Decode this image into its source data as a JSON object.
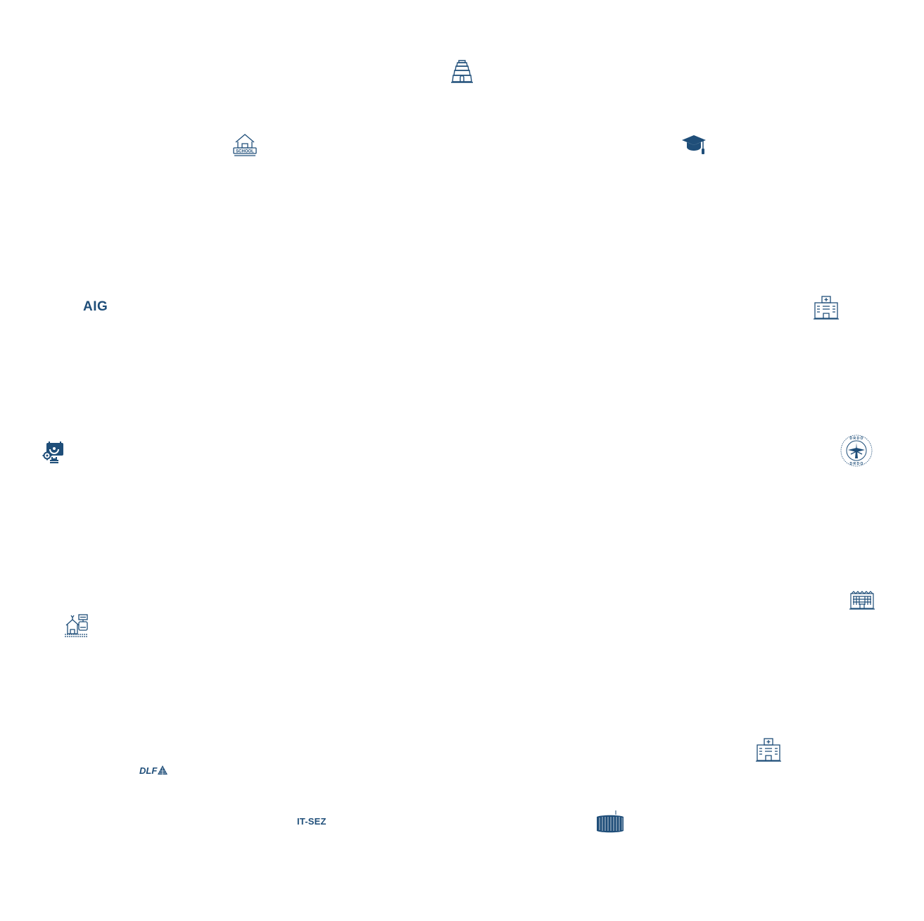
{
  "theme": {
    "icon_color": "#1f4e79"
  },
  "labels": {
    "aig": "AIG",
    "school": "SCHOOL",
    "dlf": "DLF",
    "it_sez": "IT-SEZ",
    "drdo_top": "D R D O",
    "drdo_bottom": "D R D O"
  },
  "icons": [
    "temple-icon",
    "school-icon",
    "graduation-cap-icon",
    "aig-logo",
    "hospital-icon",
    "it-services-icon",
    "drdo-emblem-icon",
    "railway-station-icon",
    "commercial-building-icon",
    "dlf-logo",
    "hospital-icon",
    "it-sez-logo",
    "stadium-icon"
  ]
}
